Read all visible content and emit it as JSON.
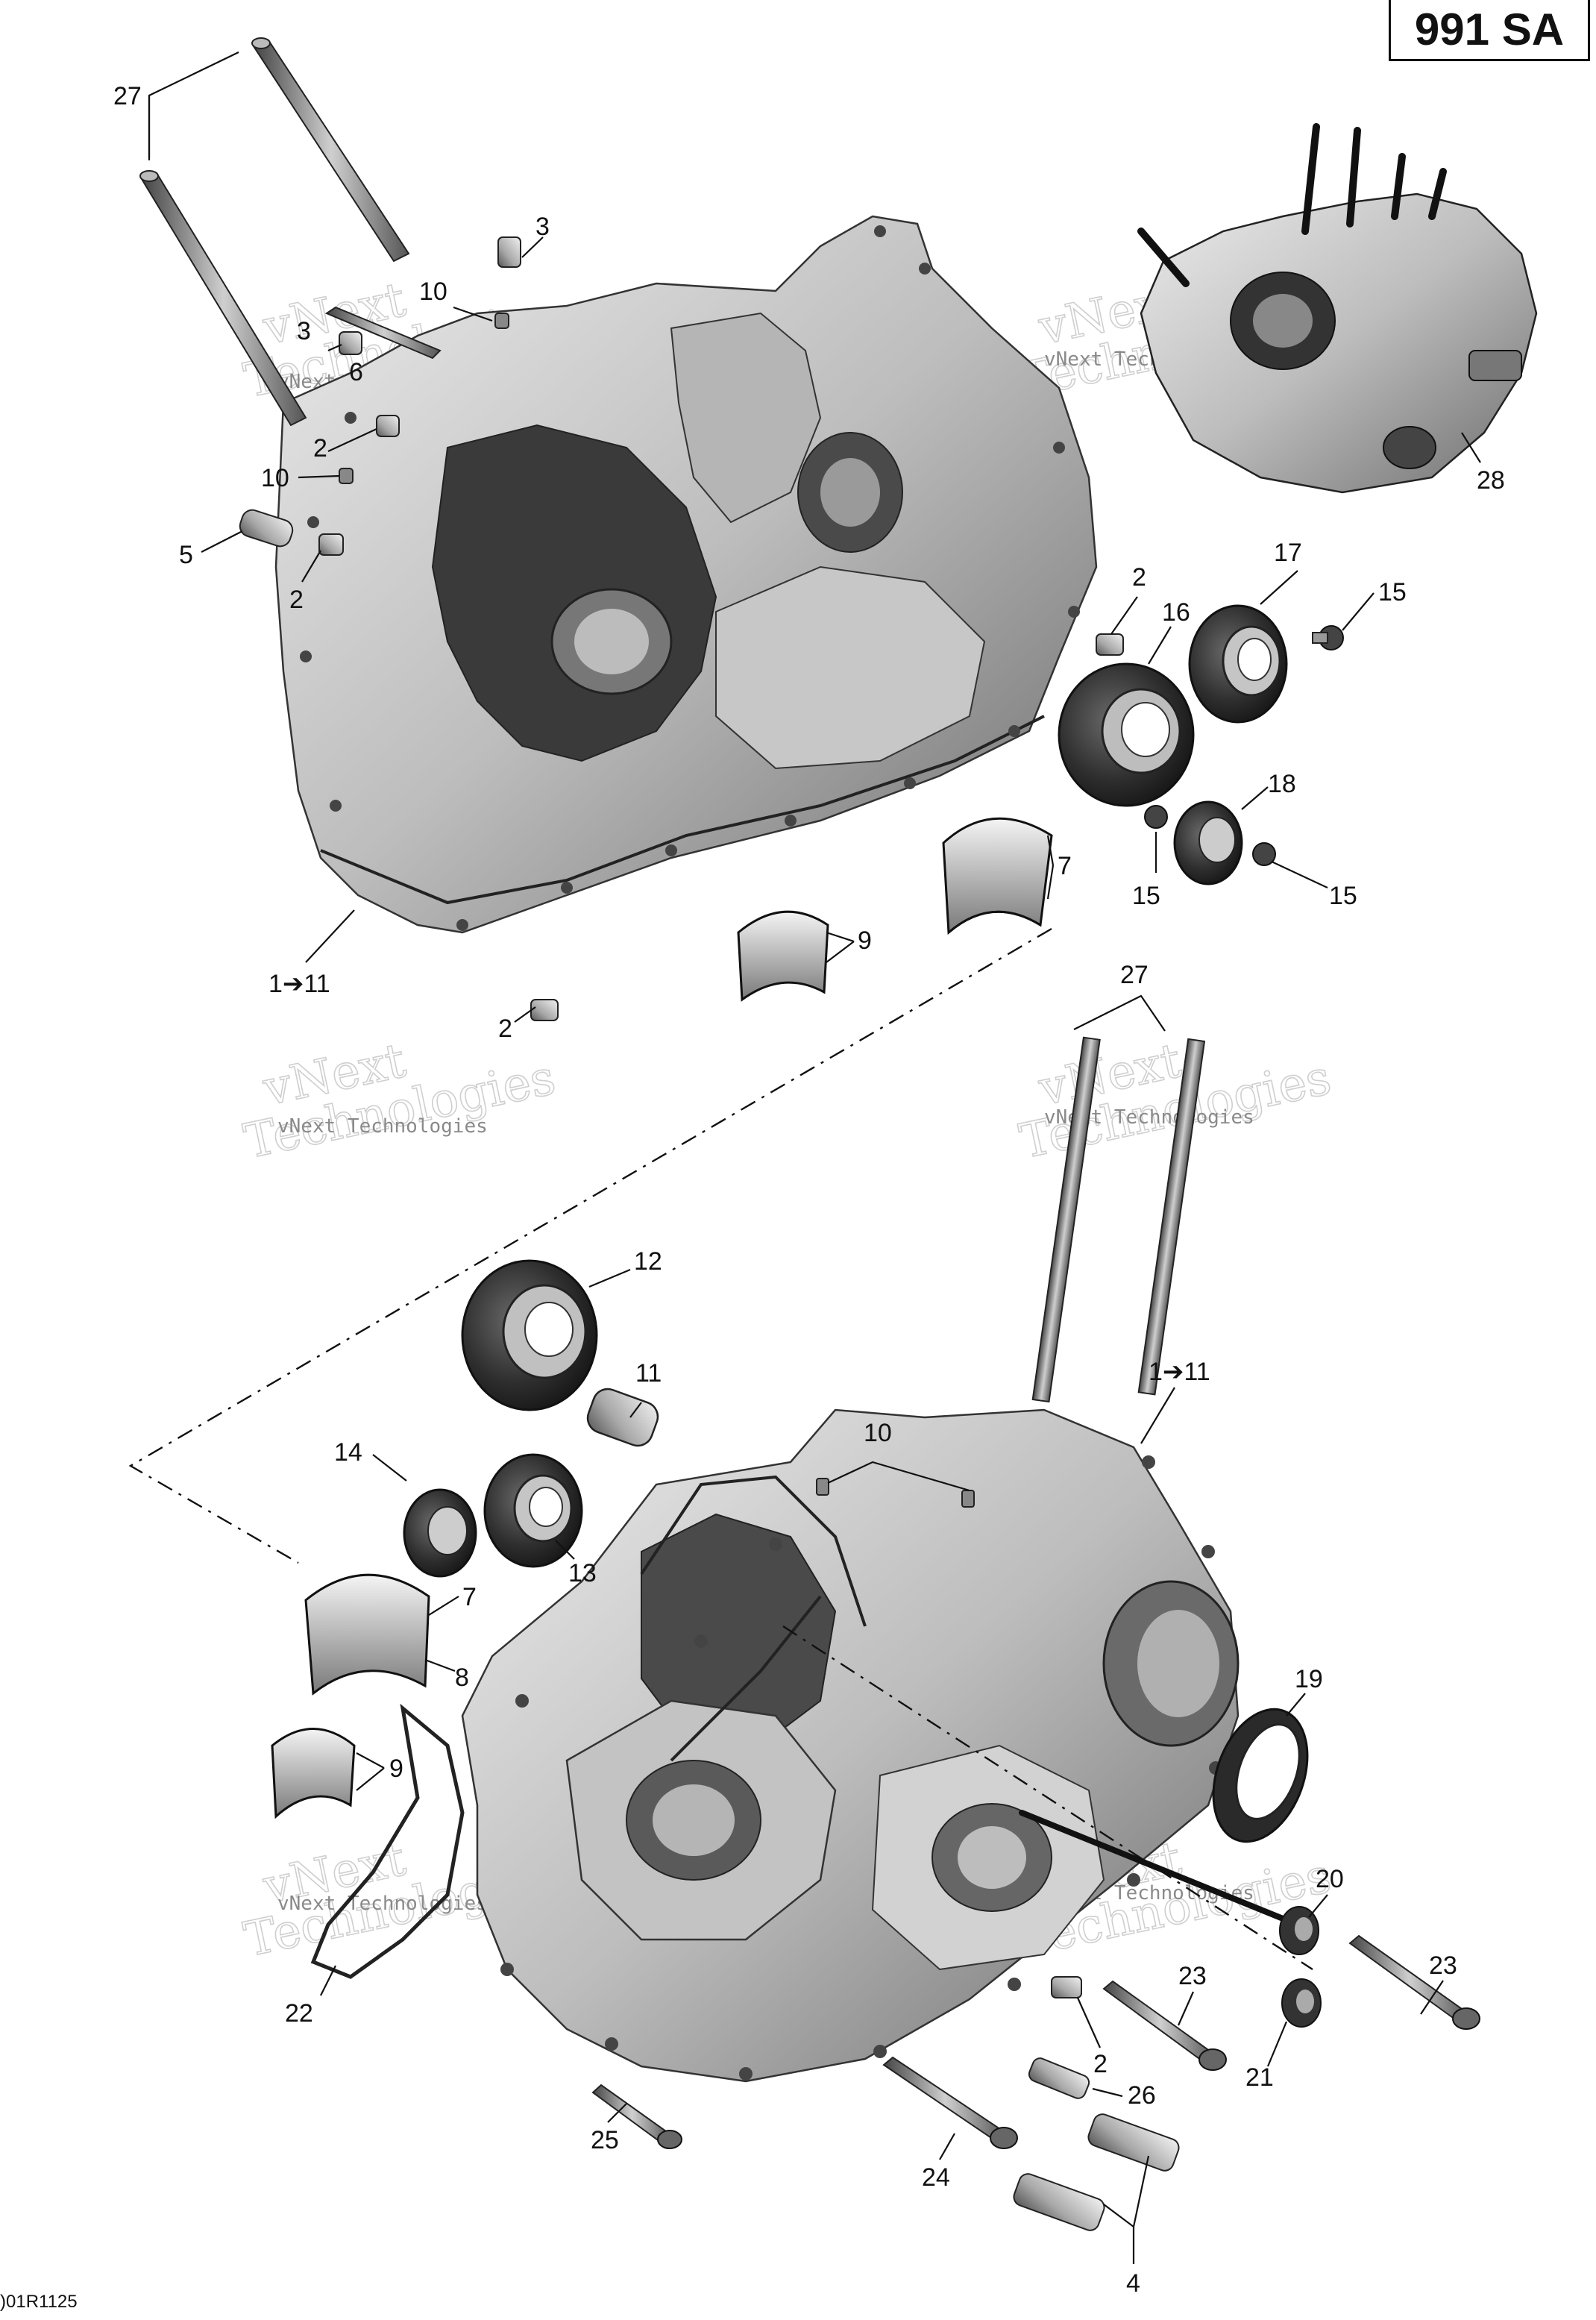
{
  "header": {
    "engine_code": "991 SA"
  },
  "footer": {
    "drawing_id": ")01R1125"
  },
  "watermark": {
    "line1": "vNext Technologies",
    "line2": "Technologies",
    "line3": "vNext"
  },
  "parts": {
    "p27a": "27",
    "p3a": "3",
    "p10a": "10",
    "p3b": "3",
    "p6": "6",
    "p2a": "2",
    "p10b": "10",
    "p5": "5",
    "p2b": "2",
    "p28": "28",
    "p2c": "2",
    "p17": "17",
    "p15a": "15",
    "p16": "16",
    "p18": "18",
    "p7a": "7",
    "p15b": "15",
    "p15c": "15",
    "p9a": "9",
    "p1a": "1➔11",
    "p2d": "2",
    "p27b": "27",
    "p12": "12",
    "p11": "11",
    "p1b": "1➔11",
    "p10c": "10",
    "p14": "14",
    "p13": "13",
    "p7b": "7",
    "p8": "8",
    "p19": "19",
    "p9b": "9",
    "p20": "20",
    "p23a": "23",
    "p22": "22",
    "p23b": "23",
    "p2e": "2",
    "p21": "21",
    "p26": "26",
    "p25": "25",
    "p24": "24",
    "p4": "4"
  },
  "colors": {
    "metal_light": "#d9d9d9",
    "metal_mid": "#9a9a9a",
    "metal_dark": "#3c3c3c",
    "line": "#111111"
  }
}
